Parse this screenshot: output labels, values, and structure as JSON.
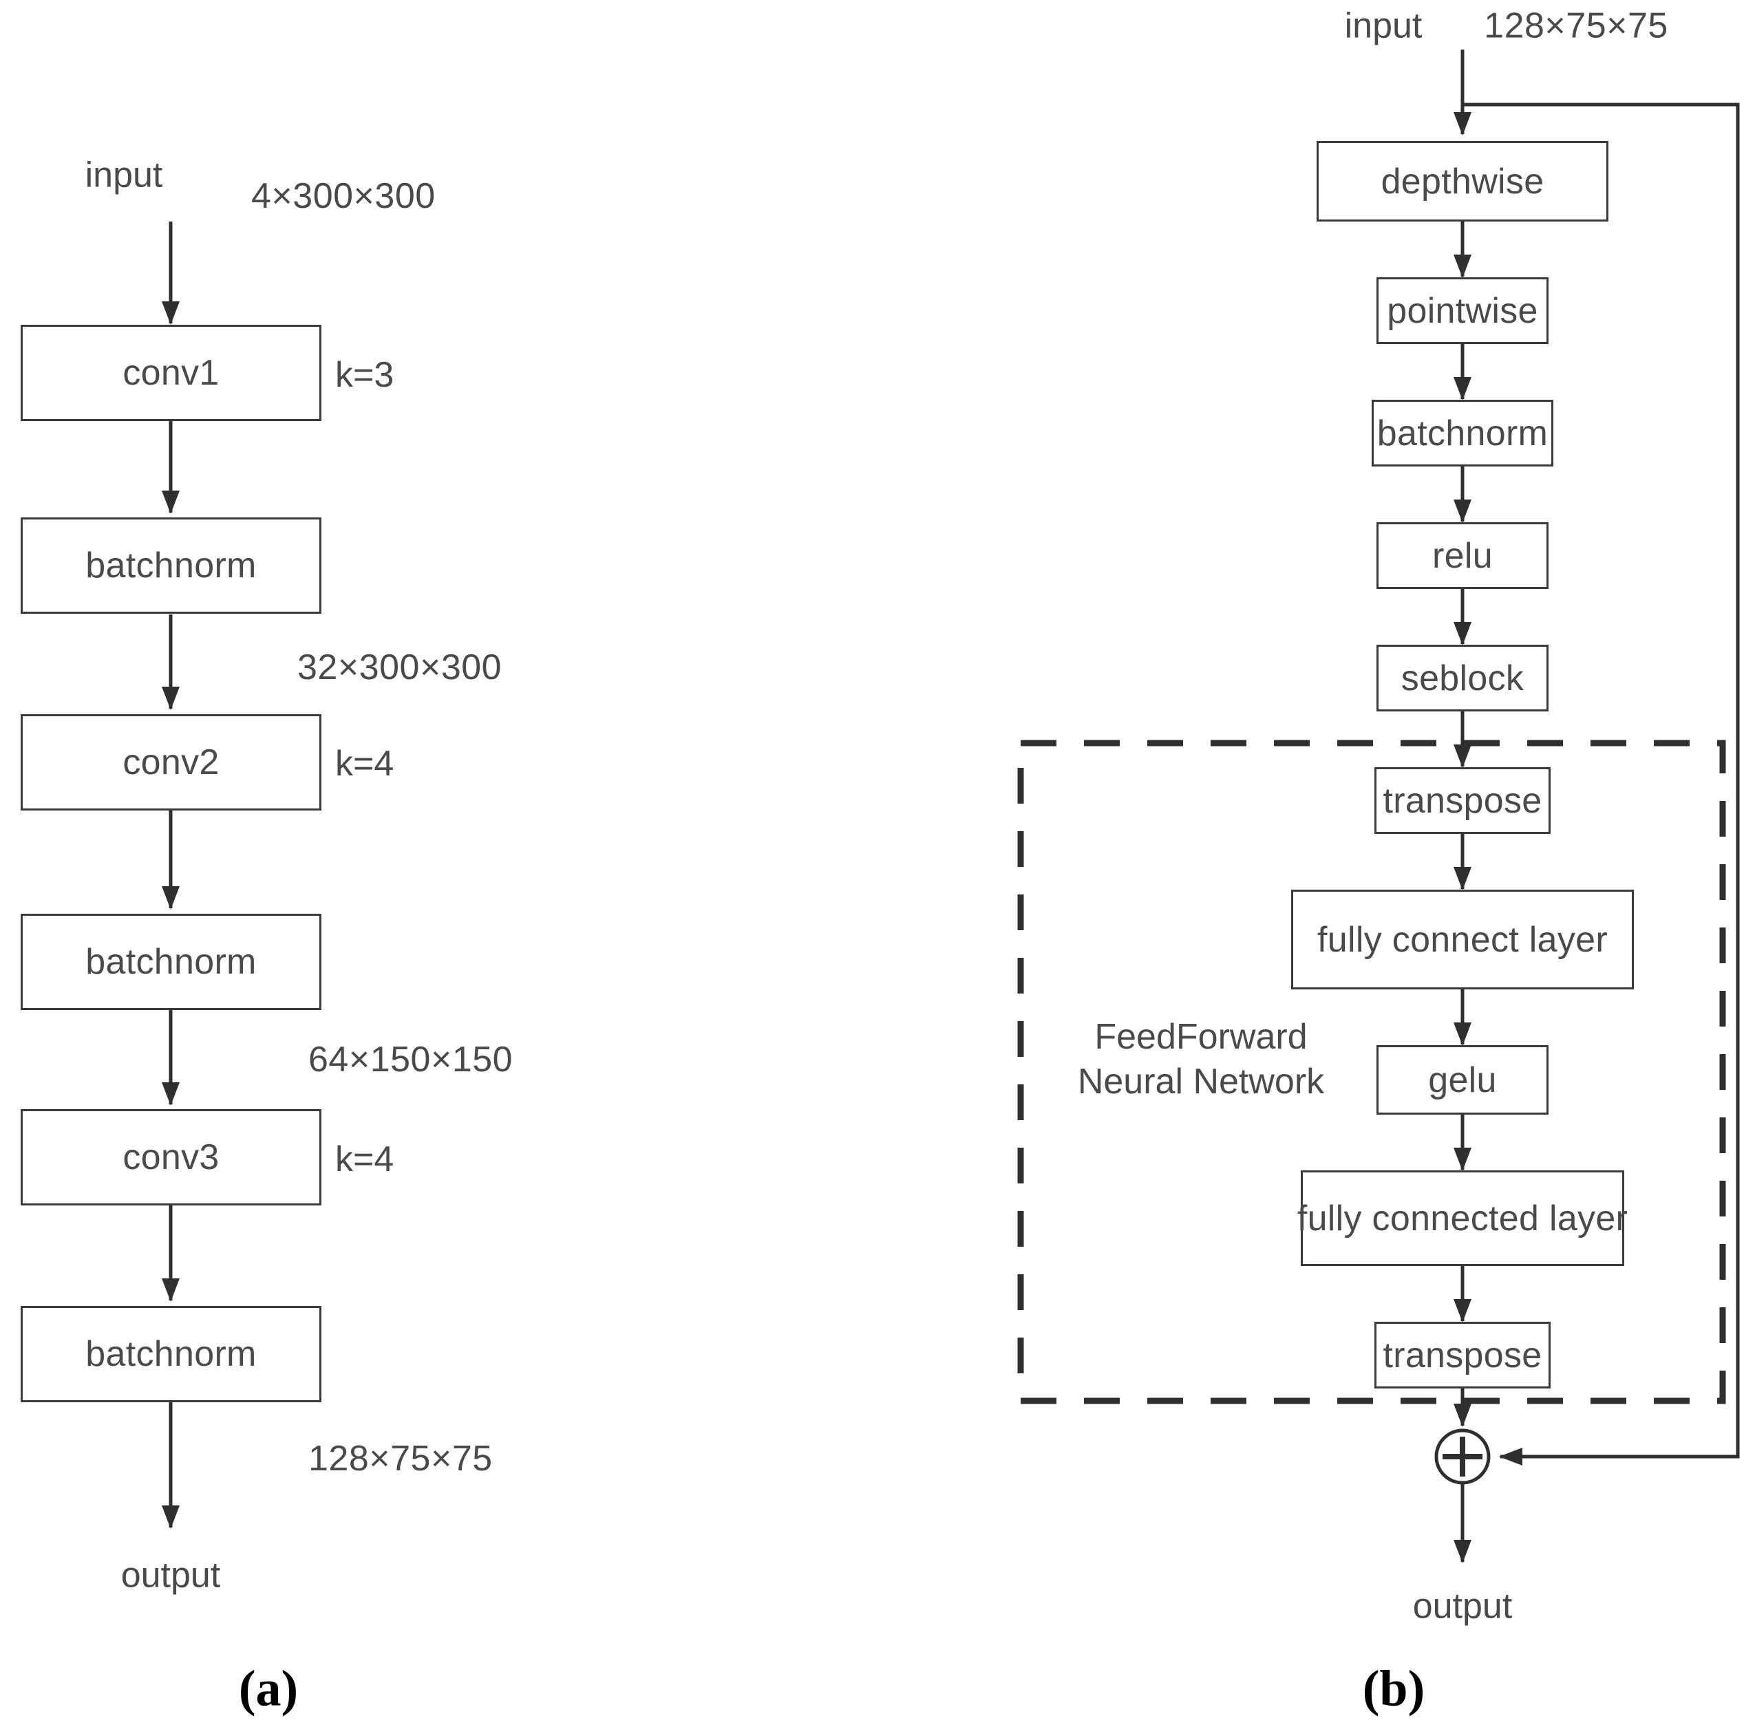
{
  "figure": {
    "type": "neural-network-architecture-diagram",
    "background_color": "#ffffff",
    "line_color": "#3a3a3a",
    "text_color": "#4a4a4a"
  },
  "panel_a": {
    "caption": "(a)",
    "input_label": "input",
    "input_shape": "4×300×300",
    "output_label": "output",
    "nodes": [
      {
        "label": "conv1",
        "side_label": "k=3"
      },
      {
        "label": "batchnorm",
        "side_label": ""
      },
      {
        "label": "conv2",
        "side_label": "k=4"
      },
      {
        "label": "batchnorm",
        "side_label": ""
      },
      {
        "label": "conv3",
        "side_label": "k=4"
      },
      {
        "label": "batchnorm",
        "side_label": ""
      }
    ],
    "edge_shapes": [
      "32×300×300",
      "64×150×150",
      "128×75×75"
    ]
  },
  "panel_b": {
    "caption": "(b)",
    "input_label": "input",
    "input_shape": "128×75×75",
    "output_label": "output",
    "group_label": "FeedForward\nNeural Network",
    "add_operator": "+",
    "nodes": [
      {
        "label": "depthwise"
      },
      {
        "label": "pointwise"
      },
      {
        "label": "batchnorm"
      },
      {
        "label": "relu"
      },
      {
        "label": "seblock"
      },
      {
        "label": "transpose"
      },
      {
        "label": "fully connect layer"
      },
      {
        "label": "gelu"
      },
      {
        "label": "fully connected layer"
      },
      {
        "label": "transpose"
      }
    ],
    "skip_connection": "residual"
  }
}
